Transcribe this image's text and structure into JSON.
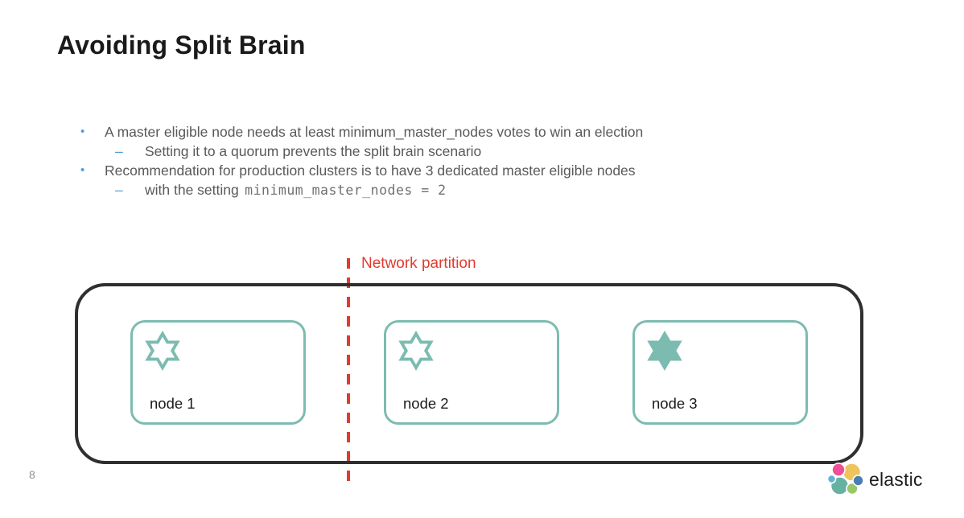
{
  "slide": {
    "title": "Avoiding Split Brain",
    "page_number": "8"
  },
  "markers": {
    "bullet": "•",
    "dash": "–"
  },
  "bullets": [
    {
      "level": 1,
      "text": "A master eligible node needs at least minimum_master_nodes votes to win an election"
    },
    {
      "level": 2,
      "text": "Setting it to a quorum prevents the split brain scenario"
    },
    {
      "level": 1,
      "text": "Recommendation for production clusters is to have 3 dedicated master eligible nodes"
    },
    {
      "level": 2,
      "text": "with the setting",
      "code": "minimum_master_nodes = 2"
    }
  ],
  "diagram": {
    "partition_label": "Network partition",
    "cluster_nodes": [
      {
        "label": "node 1",
        "master_role": "eligible"
      },
      {
        "label": "node 2",
        "master_role": "eligible"
      },
      {
        "label": "node 3",
        "master_role": "elected"
      }
    ]
  },
  "footer": {
    "brand": "elastic"
  },
  "colors": {
    "teal": "#7cbcb0",
    "partition-red": "#e23b2e",
    "cluster-border": "#2f2f2f",
    "body-text": "#58595b",
    "bullet-blue": "#569bd5",
    "code-text": "#6e7072",
    "page-number": "#8f9193",
    "logo-pink": "#ee5097",
    "logo-yellow": "#eec45c",
    "logo-lightblue": "#5db4d8",
    "logo-teal": "#65b2a3",
    "logo-green": "#9ac768",
    "logo-blue": "#4a7eb3",
    "logo-text": "#1d1d1b"
  }
}
